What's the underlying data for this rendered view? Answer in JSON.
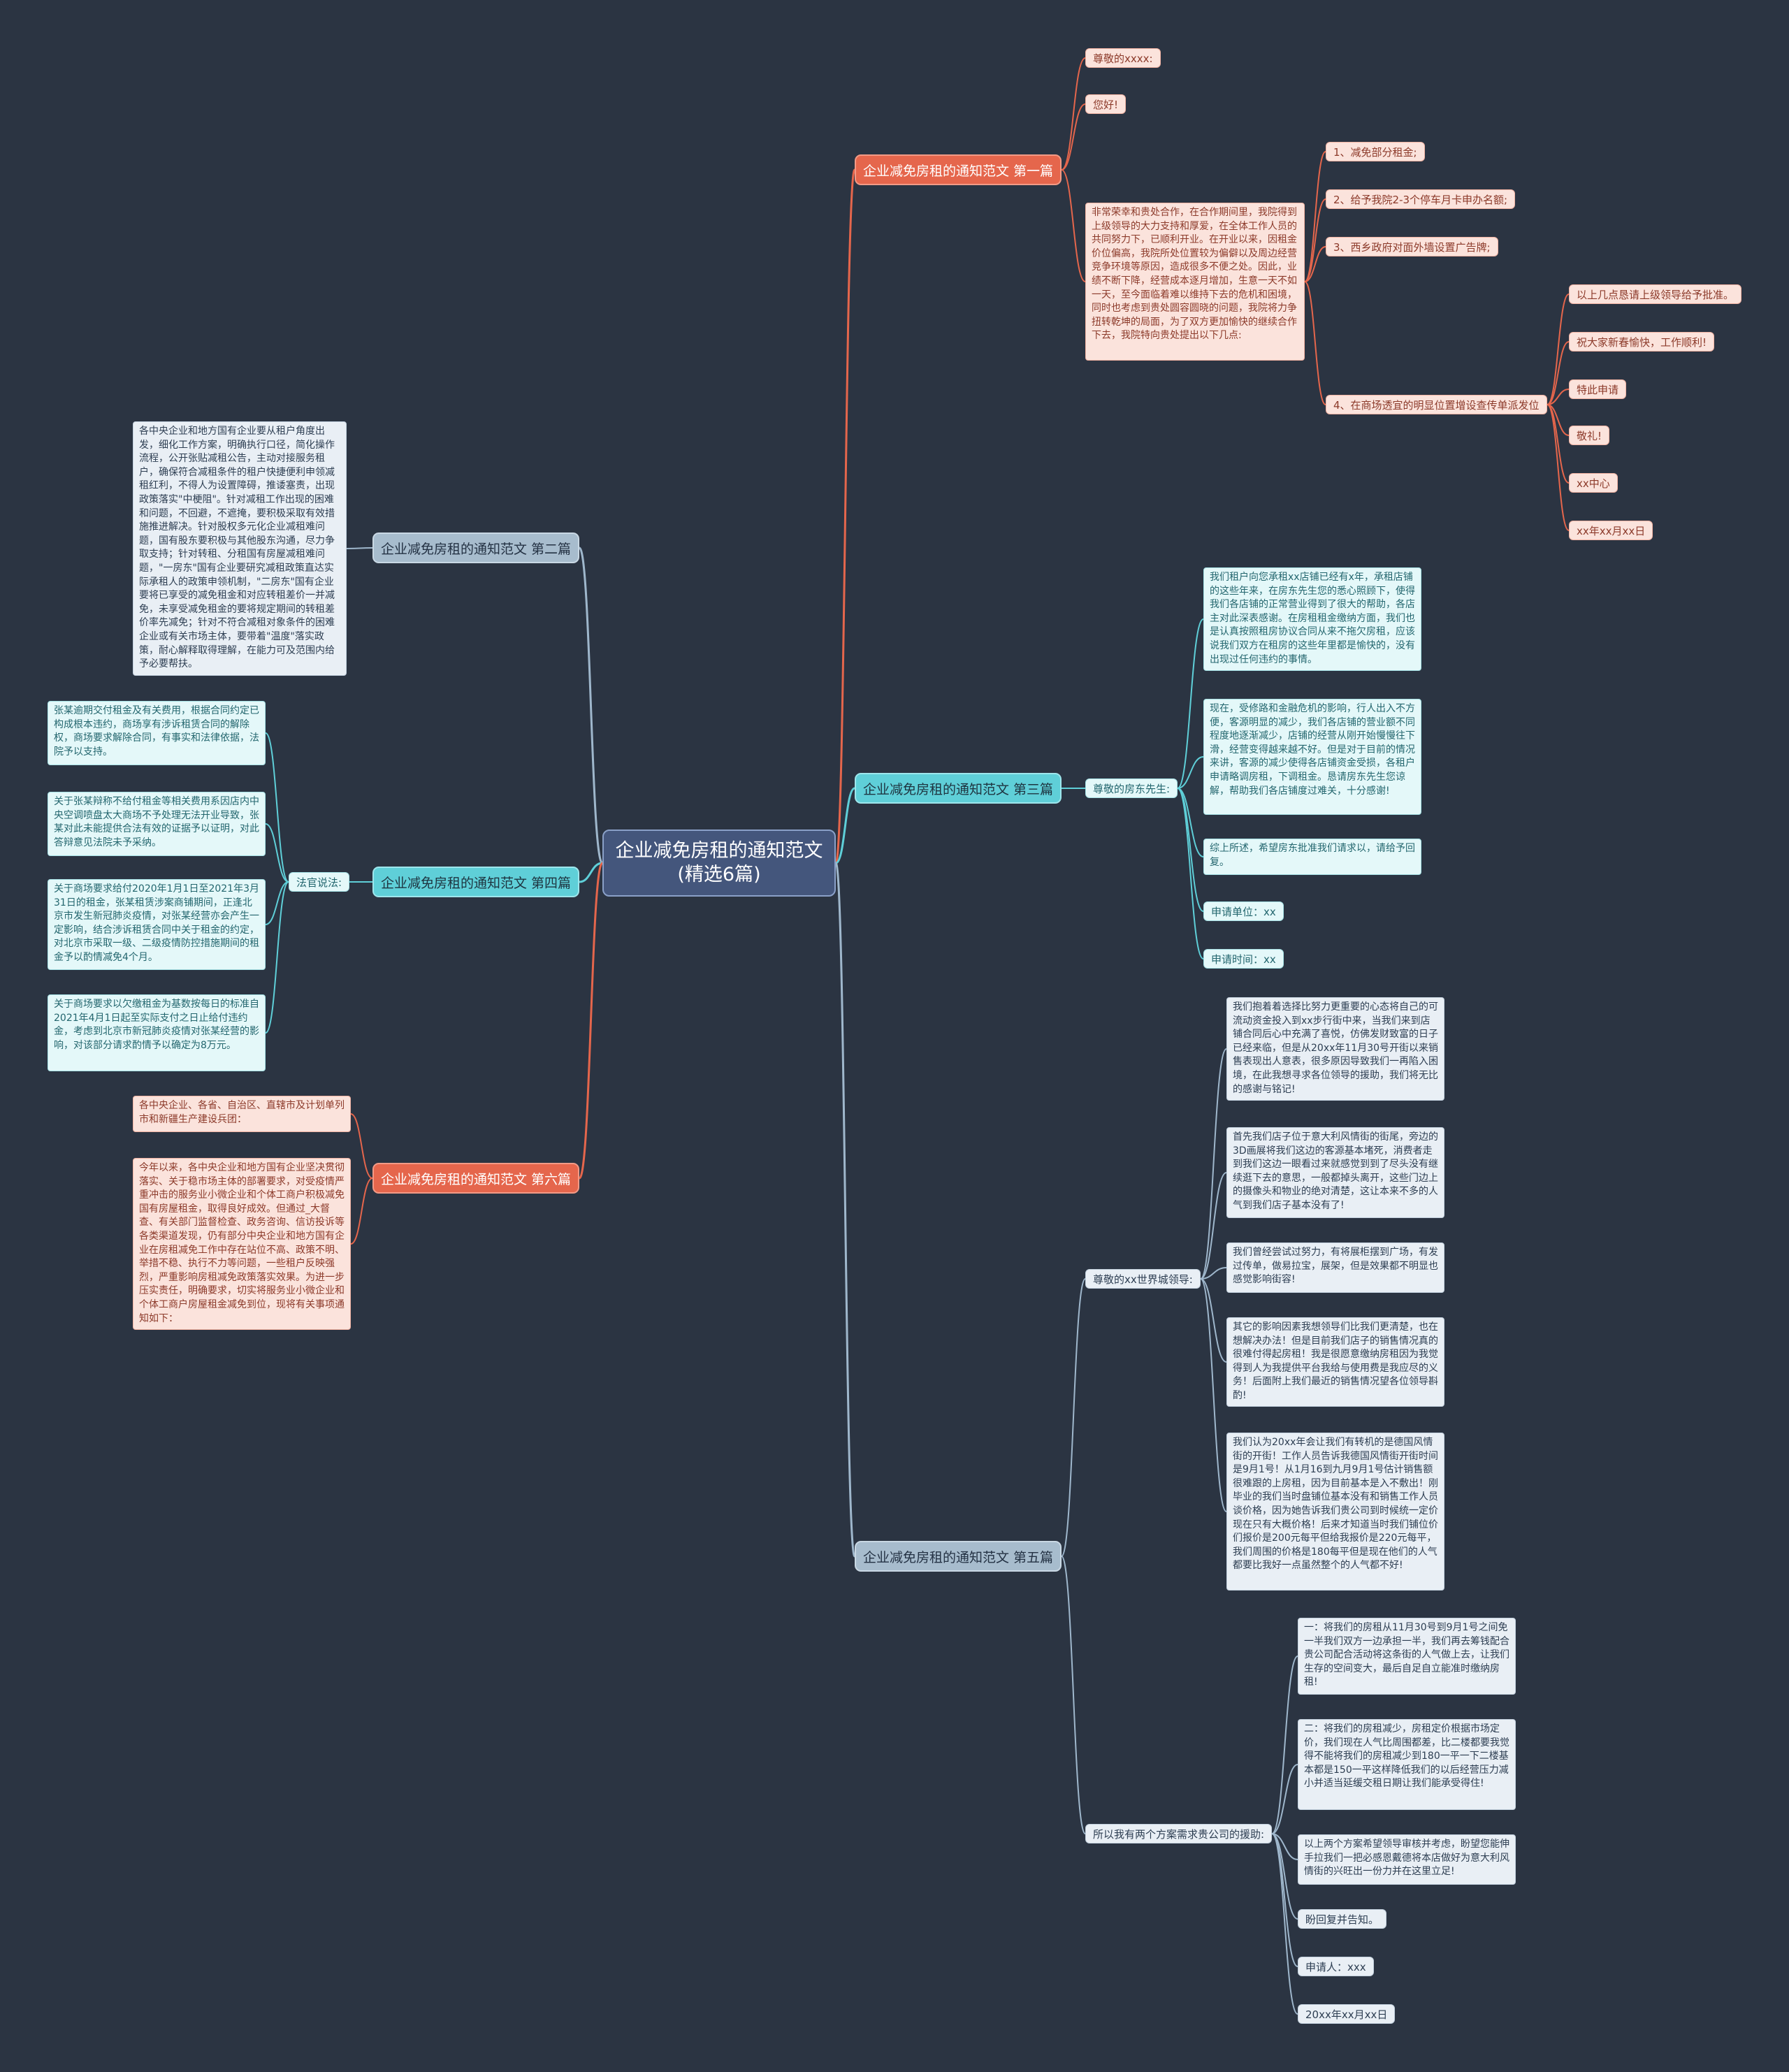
{
  "central": "企业减免房租的通知范文(精选6篇)",
  "colors": {
    "background": "#2b3442",
    "central": "#44567c",
    "red": "#e5664c",
    "cyan": "#5fcfd8",
    "blue": "#a7bccd",
    "line_red": "#e5664c",
    "line_cyan": "#5fcfd8",
    "line_blue": "#9fb7cc"
  },
  "b1": {
    "title": "企业减免房租的通知范文 第一篇",
    "greet1": "尊敬的xxxx:",
    "greet2": "您好!",
    "body": "非常荣幸和贵处合作，在合作期间里，我院得到上级领导的大力支持和厚爱，在全体工作人员的共同努力下，已顺利开业。在开业以来，因租金价位偏高，我院所处位置较为偏僻以及周边经营竞争环境等原因，造成很多不便之处。因此，业绩不断下降，经营成本逐月增加，生意一天不如一天，至今面临着难以维持下去的危机和困境，同时也考虑到贵处圆容圆晓的问题，我院将力争扭转乾坤的局面，为了双方更加愉快的继续合作下去，我院特向贵处提出以下几点:",
    "items": [
      "1、减免部分租金;",
      "2、给予我院2-3个停车月卡申办名额;",
      "3、西乡政府对面外墙设置广告牌;",
      "4、在商场透宜的明显位置增设查传单派发位"
    ],
    "closing": [
      "以上几点恳请上级领导给予批准。",
      "祝大家新春愉快，工作顺利!",
      "特此申请",
      "敬礼!",
      "xx中心",
      "xx年xx月xx日"
    ]
  },
  "b2": {
    "title": "企业减免房租的通知范文 第二篇",
    "body": "各中央企业和地方国有企业要从租户角度出发，细化工作方案，明确执行口径，简化操作流程，公开张贴减租公告，主动对接服务租户，确保符合减租条件的租户快捷便利申领减租红利，不得人为设置障碍，推诿塞责，出现政策落实\"中梗阻\"。针对减租工作出现的困难和问题，不回避，不遮掩，要积极采取有效措施推进解决。针对股权多元化企业减租难问题，国有股东要积极与其他股东沟通，尽力争取支持；针对转租、分租国有房屋减租难问题，\"一房东\"国有企业要研究减租政策直达实际承租人的政策申领机制，\"二房东\"国有企业要将已享受的减免租金和对应转租差价一并减免，未享受减免租金的要将规定期间的转租差价率先减免；针对不符合减租对象条件的困难企业或有关市场主体，要带着\"温度\"落实政策，耐心解释取得理解，在能力可及范围内给予必要帮扶。"
  },
  "b3": {
    "title": "企业减免房租的通知范文 第三篇",
    "greet": "尊敬的房东先生:",
    "paras": [
      "我们租户向您承租xx店铺已经有x年，承租店铺的这些年来，在房东先生您的悉心照顾下，使得我们各店铺的正常营业得到了很大的帮助，各店主对此深表感谢。在房租租金缴纳方面，我们也是认真按照租房协议合同从来不拖欠房租，应该说我们双方在租房的这些年里都是愉快的，没有出现过任何违约的事情。",
      "现在，受修路和金融危机的影响，行人出入不方便，客源明显的减少，我们各店铺的营业额不同程度地逐渐减少，店铺的经营从刚开始慢慢往下滑，经营变得越来越不好。但是对于目前的情况来讲，客源的减少使得各店铺资金受损，各租户申请略调房租，下调租金。恳请房东先生您谅解，帮助我们各店铺度过难关，十分感谢!",
      "综上所述，希望房东批准我们请求以，请给予回复。"
    ],
    "unit": "申请单位：xx",
    "date": "申请时间：xx"
  },
  "b4": {
    "title": "企业减免房租的通知范文 第四篇",
    "label": "法官说法:",
    "paras": [
      "张某逾期交付租金及有关费用，根据合同约定已构成根本违约，商场享有涉诉租赁合同的解除权，商场要求解除合同，有事实和法律依据，法院予以支持。",
      "关于张某辩称不给付租金等相关费用系因店内中央空调喷盘太大商场不予处理无法开业导致，张某对此未能提供合法有效的证据予以证明，对此答辩意见法院未予采纳。",
      "关于商场要求给付2020年1月1日至2021年3月31日的租金，张某租赁涉案商铺期间，正逢北京市发生新冠肺炎疫情，对张某经营亦会产生一定影响，结合涉诉租赁合同中关于租金的约定，对北京市采取一级、二级疫情防控措施期间的租金予以酌情减免4个月。",
      "关于商场要求以欠缴租金为基数按每日的标准自2021年4月1日起至实际支付之日止给付违约金，考虑到北京市新冠肺炎疫情对张某经营的影响，对该部分请求酌情予以确定为8万元。"
    ]
  },
  "b5": {
    "title": "企业减免房租的通知范文 第五篇",
    "greet": "尊敬的xx世界城领导:",
    "paras": [
      "我们抱着着选择比努力更重要的心态将自己的可流动资金投入到xx步行街中来，当我们来到店铺合同后心中充满了喜悦，仿佛发财致富的日子已经来临，但是从20xx年11月30号开街以来销售表现出人意表，很多原因导致我们一再陷入困境，在此我想寻求各位领导的援助，我们将无比的感谢与铭记!",
      "首先我们店子位于意大利风情街的街尾，旁边的3D画展将我们这边的客源基本堵死，消费者走到我们这边一眼看过来就感觉到到了尽头没有继续逛下去的意思，一般都掉头离开，这些门边上的摄像头和物业的绝对清楚，这让本来不多的人气到我们店子基本没有了!",
      "我们曾经尝试过努力，有将展柜摆到广场，有发过传单，做易拉宝，展架，但是效果都不明显也感觉影响街容!",
      "其它的影响因素我想领导们比我们更清楚，也在想解决办法！但是目前我们店子的销售情况真的很难付得起房租！我是很愿意缴纳房租因为我觉得到人为我提供平台我给与使用费是我应尽的义务！后面附上我们最近的销售情况望各位领导斟酌!",
      "我们认为20xx年会让我们有转机的是德国风情街的开街！工作人员告诉我德国风情街开街时间是9月1号！从1月16到九月9月1号估计销售额很难跟的上房租，因为目前基本是入不敷出！刚毕业的我们当时盘铺位基本没有和销售工作人员谈价格，因为她告诉我们贵公司到时候统一定价现在只有大概价格！后来才知道当时我们铺位价们报价是200元每平但给我报价是220元每平，我们周围的价格是180每平但是现在他们的人气都要比我好一点虽然整个的人气都不好!"
    ],
    "help_label": "所以我有两个方案需求贵公司的援助:",
    "help_paras": [
      "一：将我们的房租从11月30号到9月1号之间免一半我们双方一边承担一半，我们再去筹钱配合贵公司配合活动将这条街的人气做上去，让我们生存的空间变大，最后自足自立能准时缴纳房租!",
      "二：将我们的房租减少，房租定价根据市场定价，我们现在人气比周围都差，比二楼都要我觉得不能将我们的房租减少到180一平一下二楼基本都是150一平这样降低我们的以后经营压力减小并适当延缓交租日期让我们能承受得住!",
      "以上两个方案希望领导审核并考虑，盼望您能伸手拉我们一把必感恩戴德将本店做好为意大利风情街的兴旺出一份力并在这里立足!"
    ],
    "reply": "盼回复并告知。",
    "applicant": "申请人：xxx",
    "date": "20xx年xx月xx日"
  },
  "b6": {
    "title": "企业减免房租的通知范文 第六篇",
    "p1": "各中央企业、各省、自治区、直辖市及计划单列市和新疆生产建设兵团：",
    "p2": "今年以来，各中央企业和地方国有企业坚决贯彻落实、关于稳市场主体的部署要求，对受疫情严重冲击的服务业小微企业和个体工商户积极减免国有房屋租金，取得良好成效。但通过_大督查、有关部门监督检查、政务咨询、信访投诉等各类渠道发现，仍有部分中央企业和地方国有企业在房租减免工作中存在站位不高、政策不明、举措不稳、执行不力等问题，一些租户反映强烈，严重影响房租减免政策落实效果。为进一步压实责任，明确要求，切实将服务业小微企业和个体工商户房屋租金减免到位，现将有关事项通知如下："
  }
}
